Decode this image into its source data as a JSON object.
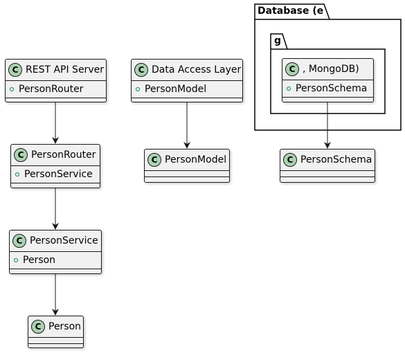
{
  "diagram": {
    "packages": [
      {
        "label": "Database (e"
      },
      {
        "label": "g"
      }
    ],
    "classes": {
      "rest_api_server": {
        "name": "REST API Server",
        "attribute": "PersonRouter"
      },
      "person_router": {
        "name": "PersonRouter",
        "attribute": "PersonService"
      },
      "person_service": {
        "name": "PersonService",
        "attribute": "Person"
      },
      "person": {
        "name": "Person"
      },
      "data_access_layer": {
        "name": "Data Access Layer",
        "attribute": "PersonModel"
      },
      "person_model": {
        "name": "PersonModel"
      },
      "mongodb": {
        "name": ", MongoDB)",
        "attribute": "PersonSchema"
      },
      "person_schema": {
        "name": "PersonSchema"
      }
    },
    "stereotype_glyph": "C",
    "colors": {
      "class_fill": "#f1f1f1",
      "class_border": "#181818",
      "stereotype_circle": "#add1b2",
      "visibility_public": "#038048"
    }
  }
}
